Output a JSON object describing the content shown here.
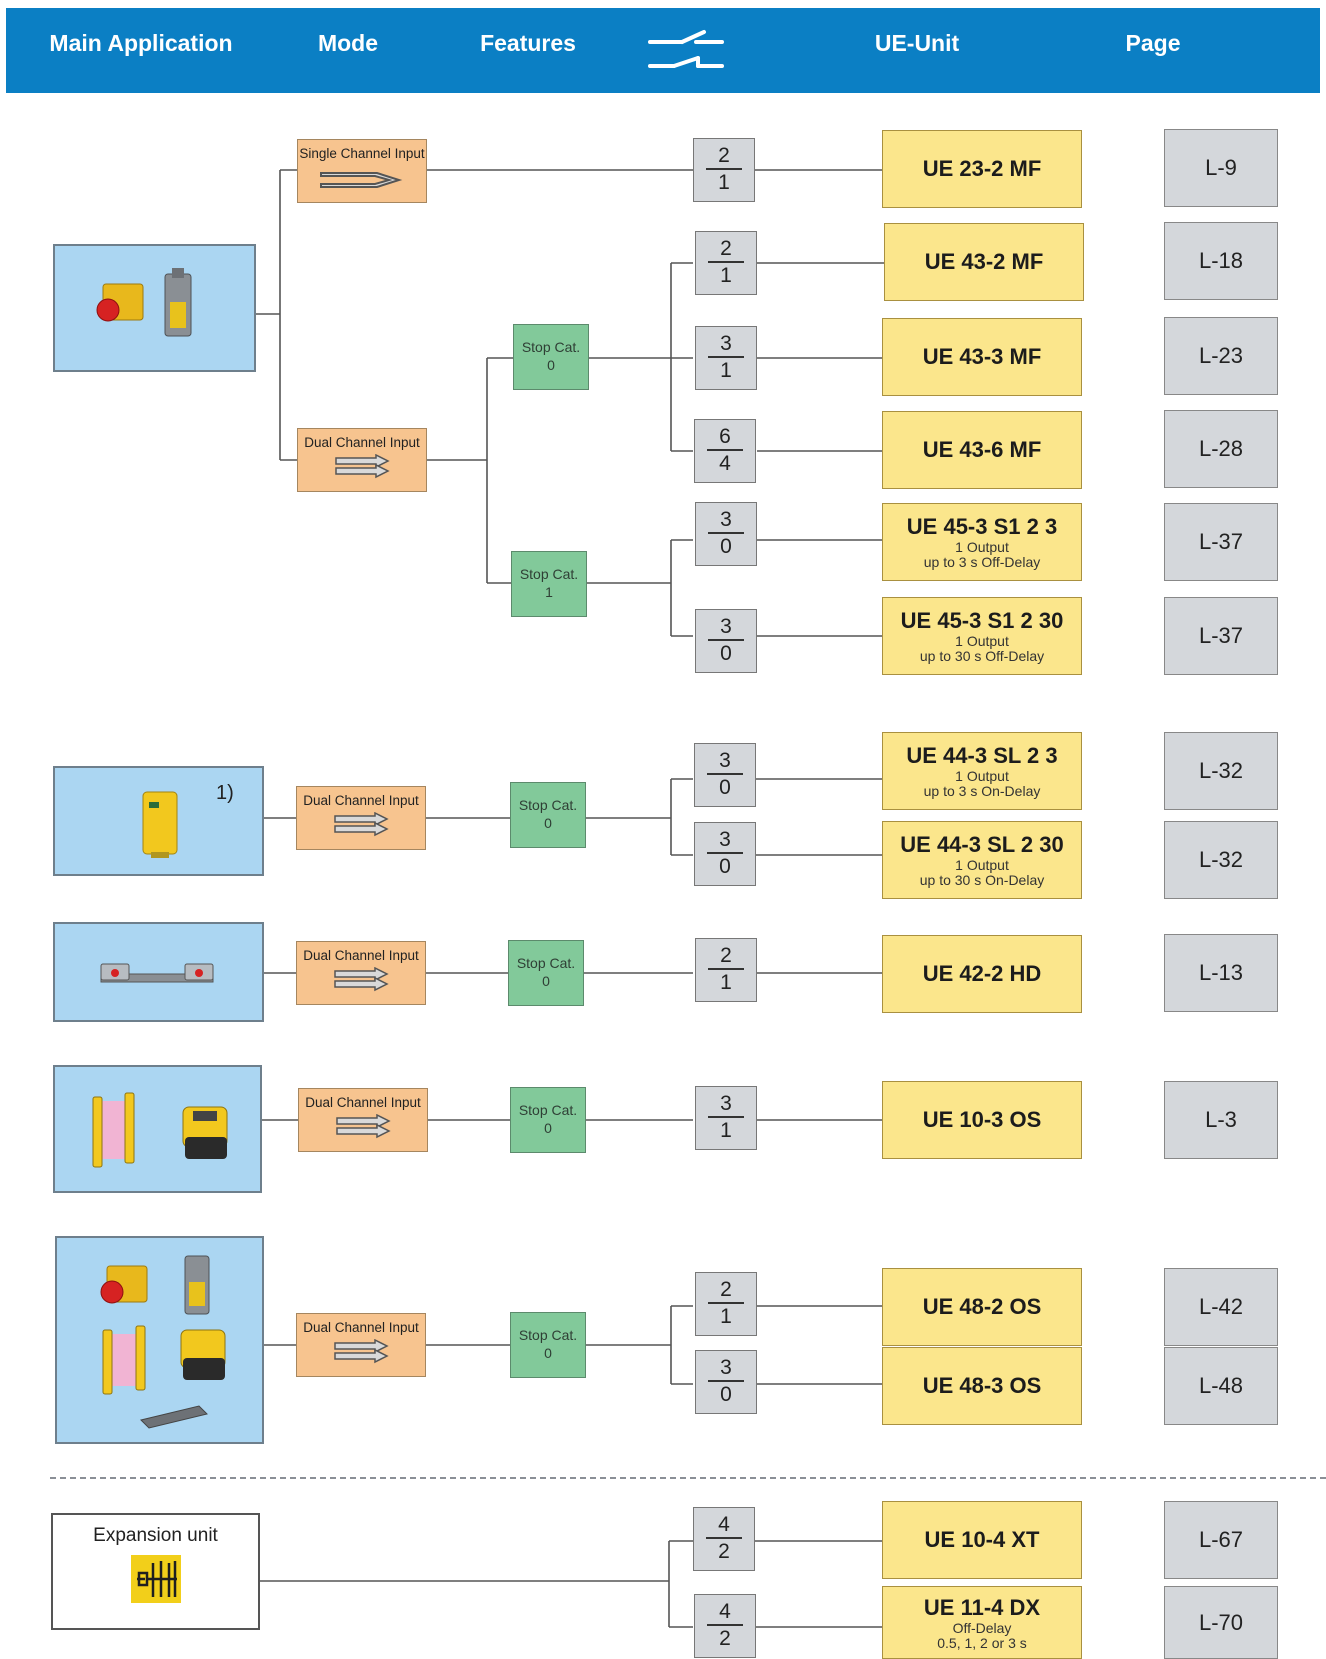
{
  "header": {
    "col_main_application": "Main Application",
    "col_mode": "Mode",
    "col_features": "Features",
    "col_contact_icon": "contact-switch-icon",
    "col_ue_unit": "UE-Unit",
    "col_page": "Page",
    "background_color": "#0b7fc4"
  },
  "applications": [
    {
      "id": "app1",
      "icons": [
        "emergency-stop-button-icon",
        "safety-switch-icon"
      ]
    },
    {
      "id": "app2",
      "icons": [
        "safety-switch-yellow-icon"
      ],
      "footnote": "1)"
    },
    {
      "id": "app3",
      "icons": [
        "safety-mat-sensor-icon"
      ]
    },
    {
      "id": "app4",
      "icons": [
        "light-curtain-icon",
        "laser-scanner-icon"
      ]
    },
    {
      "id": "app5",
      "icons": [
        "emergency-stop-button-icon",
        "safety-switch-icon",
        "light-curtain-icon",
        "laser-scanner-icon",
        "safety-mat-icon"
      ]
    }
  ],
  "modes": [
    {
      "label": "Single Channel Input"
    },
    {
      "label": "Dual Channel Input"
    },
    {
      "label": "Dual Channel Input"
    },
    {
      "label": "Dual Channel Input"
    },
    {
      "label": "Dual Channel Input"
    },
    {
      "label": "Dual Channel Input"
    }
  ],
  "stop_cats": [
    {
      "label": "Stop Cat.",
      "value": "0"
    },
    {
      "label": "Stop Cat.",
      "value": "1"
    },
    {
      "label": "Stop Cat.",
      "value": "0"
    },
    {
      "label": "Stop Cat.",
      "value": "0"
    },
    {
      "label": "Stop Cat.",
      "value": "0"
    },
    {
      "label": "Stop Cat.",
      "value": "0"
    }
  ],
  "units": [
    {
      "contacts": "2",
      "outputs": "1",
      "name": "UE 23-2 MF",
      "page": "L-9"
    },
    {
      "contacts": "2",
      "outputs": "1",
      "name": "UE 43-2 MF",
      "page": "L-18"
    },
    {
      "contacts": "3",
      "outputs": "1",
      "name": "UE 43-3 MF",
      "page": "L-23"
    },
    {
      "contacts": "6",
      "outputs": "4",
      "name": "UE 43-6 MF",
      "page": "L-28"
    },
    {
      "contacts": "3",
      "outputs": "0",
      "name": "UE 45-3 S1 2 3",
      "line1": "1 Output",
      "line2": "up to 3 s Off-Delay",
      "page": "L-37"
    },
    {
      "contacts": "3",
      "outputs": "0",
      "name": "UE 45-3 S1 2 30",
      "line1": "1 Output",
      "line2": "up to 30 s Off-Delay",
      "page": "L-37"
    },
    {
      "contacts": "3",
      "outputs": "0",
      "name": "UE 44-3 SL 2 3",
      "line1": "1 Output",
      "line2": "up to 3 s On-Delay",
      "page": "L-32"
    },
    {
      "contacts": "3",
      "outputs": "0",
      "name": "UE 44-3 SL 2 30",
      "line1": "1 Output",
      "line2": "up to 30 s On-Delay",
      "page": "L-32"
    },
    {
      "contacts": "2",
      "outputs": "1",
      "name": "UE 42-2 HD",
      "page": "L-13"
    },
    {
      "contacts": "3",
      "outputs": "1",
      "name": "UE 10-3 OS",
      "page": "L-3"
    },
    {
      "contacts": "2",
      "outputs": "1",
      "name": "UE 48-2 OS",
      "page": "L-42"
    },
    {
      "contacts": "3",
      "outputs": "0",
      "name": "UE 48-3 OS",
      "page": "L-48"
    },
    {
      "contacts": "4",
      "outputs": "2",
      "name": "UE 10-4 XT",
      "page": "L-67"
    },
    {
      "contacts": "4",
      "outputs": "2",
      "name": "UE 11-4 DX",
      "line1": "Off-Delay",
      "line2": "0.5, 1, 2 or 3 s",
      "page": "L-70"
    }
  ],
  "expansion": {
    "label": "Expansion unit",
    "icon": "relay-contacts-icon"
  },
  "colors": {
    "app_bg": "#abd6f2",
    "mode_bg": "#f7c48f",
    "stop_bg": "#82c99a",
    "unit_bg": "#fbe68c",
    "contact_bg": "#d4d7db",
    "page_bg": "#d4d7db"
  }
}
